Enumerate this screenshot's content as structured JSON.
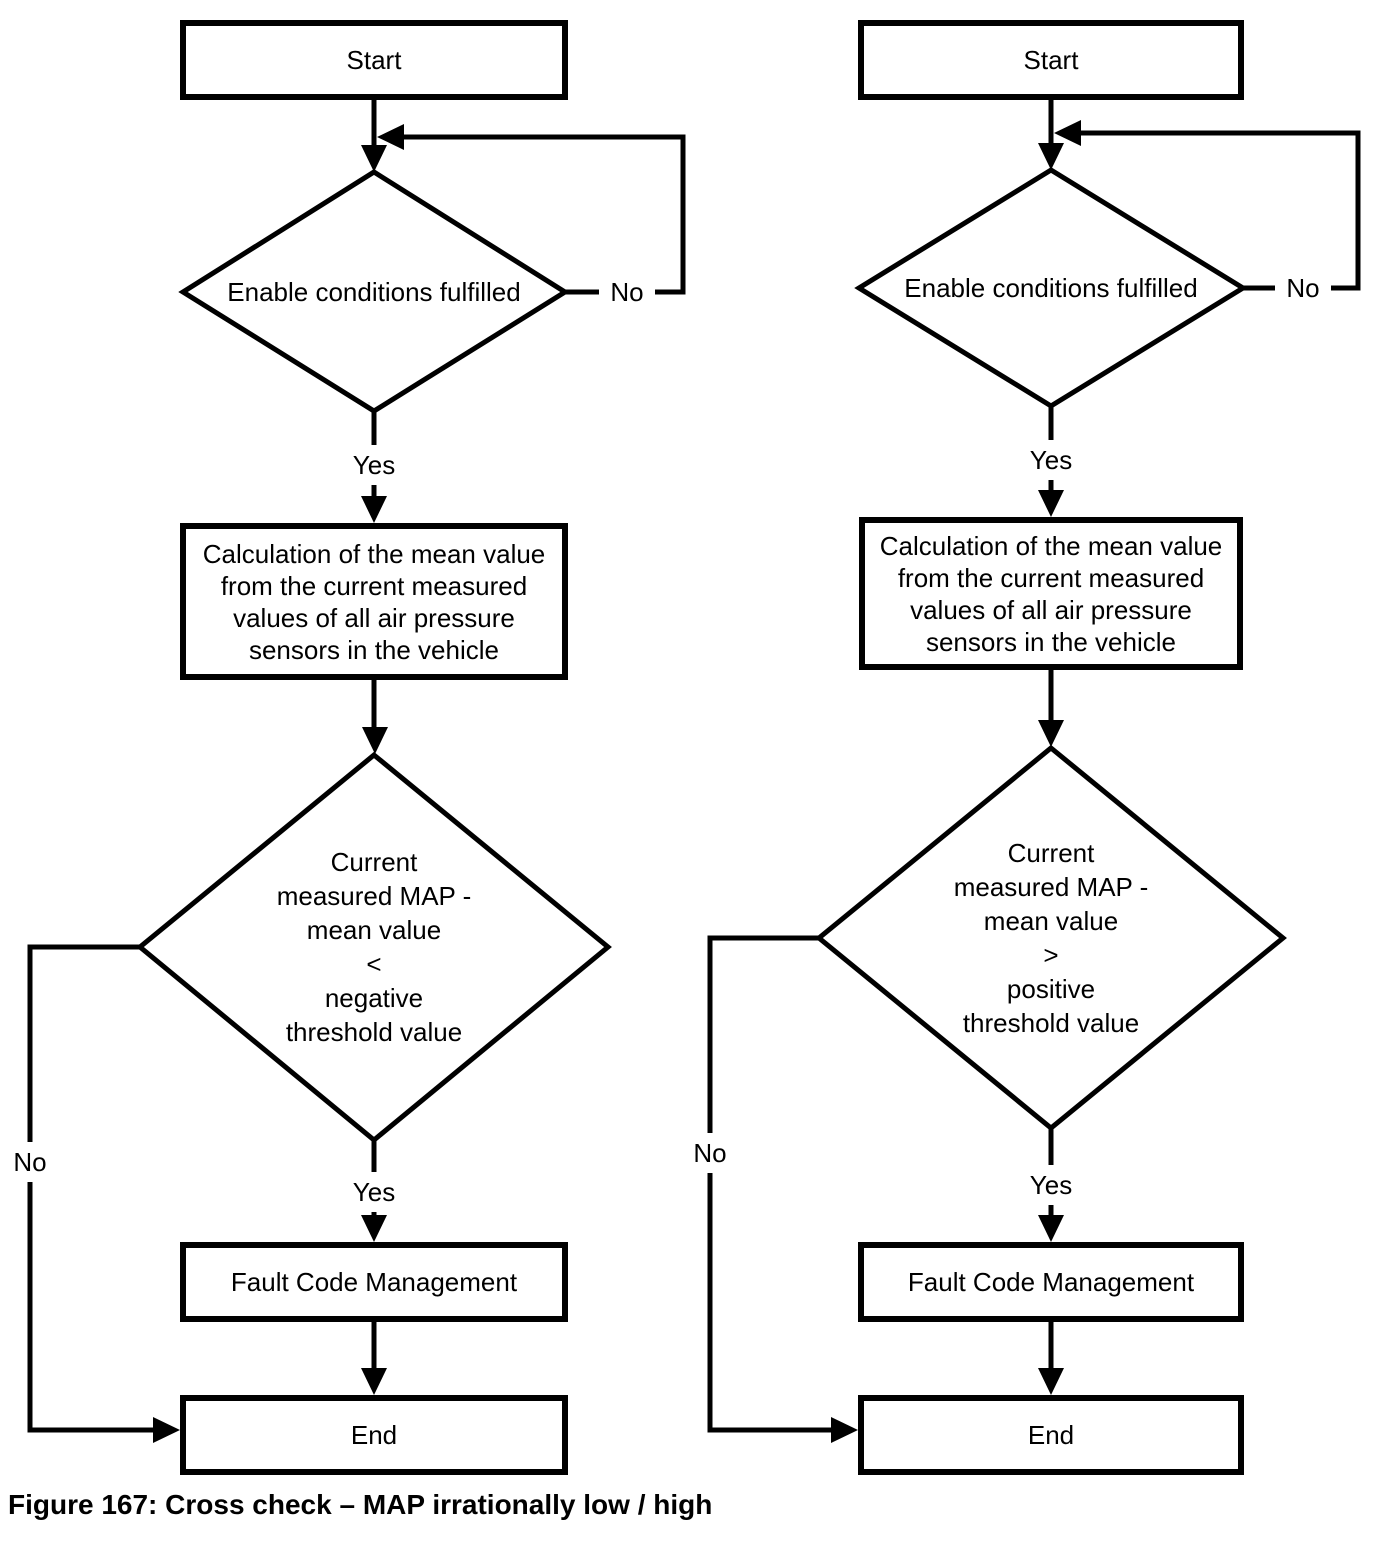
{
  "caption": "Figure 167: Cross check – MAP irrationally low / high",
  "colors": {
    "ink": "#000000",
    "background": "#ffffff"
  },
  "charts": [
    {
      "nodes": {
        "start": "Start",
        "decision_enable": "Enable conditions fulfilled",
        "process_mean": "Calculation of the mean value\nfrom the current measured\nvalues of all air pressure\nsensors in the vehicle",
        "decision_threshold": "Current\nmeasured MAP -\nmean value\n<\nnegative\nthreshold value",
        "process_fault": "Fault Code Management",
        "end": "End"
      },
      "labels": {
        "enable_no": "No",
        "enable_yes": "Yes",
        "threshold_no": "No",
        "threshold_yes": "Yes"
      }
    },
    {
      "nodes": {
        "start": "Start",
        "decision_enable": "Enable conditions fulfilled",
        "process_mean": "Calculation of the mean value\nfrom the current measured\nvalues of all air pressure\nsensors in the vehicle",
        "decision_threshold": "Current\nmeasured MAP -\nmean value\n>\npositive\nthreshold value",
        "process_fault": "Fault Code Management",
        "end": "End"
      },
      "labels": {
        "enable_no": "No",
        "enable_yes": "Yes",
        "threshold_no": "No",
        "threshold_yes": "Yes"
      }
    }
  ]
}
